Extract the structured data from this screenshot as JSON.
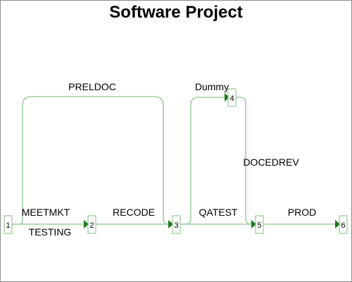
{
  "title": "Software Project",
  "nodes": [
    {
      "id": "1",
      "label": "1"
    },
    {
      "id": "2",
      "label": "2"
    },
    {
      "id": "3",
      "label": "3"
    },
    {
      "id": "4",
      "label": "4"
    },
    {
      "id": "5",
      "label": "5"
    },
    {
      "id": "6",
      "label": "6"
    }
  ],
  "activities": [
    {
      "name": "PRELDOC",
      "from": "1",
      "to": "3"
    },
    {
      "name": "MEETMKT",
      "from": "1",
      "to": "2"
    },
    {
      "name": "TESTING",
      "from": "1",
      "to": "2"
    },
    {
      "name": "RECODE",
      "from": "2",
      "to": "3"
    },
    {
      "name": "Dummy",
      "from": "3",
      "to": "4"
    },
    {
      "name": "QATEST",
      "from": "3",
      "to": "5"
    },
    {
      "name": "DOCEDREV",
      "from": "4",
      "to": "5"
    },
    {
      "name": "PROD",
      "from": "5",
      "to": "6"
    }
  ],
  "colors": {
    "edge": "#8cc88c",
    "arrow": "#1e781e",
    "node_border": "#7fbf7f",
    "frame_border": "#8c8c8c",
    "text": "#000000"
  }
}
